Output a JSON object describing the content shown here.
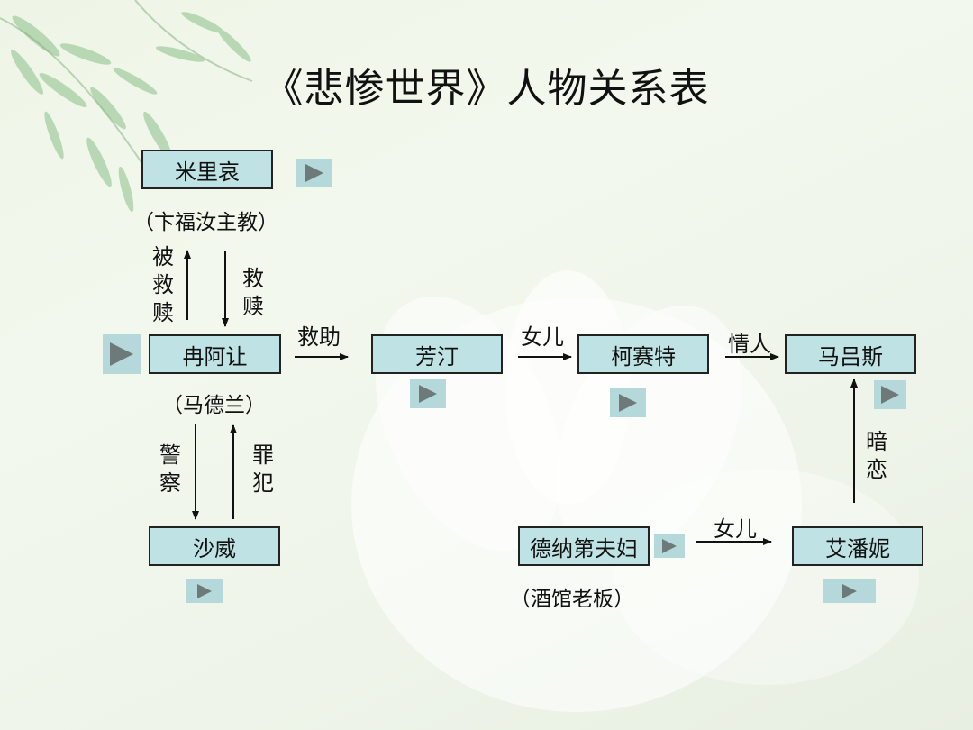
{
  "title": "《悲惨世界》人物关系表",
  "nodes": {
    "myriel": "米里哀",
    "valjean": "冉阿让",
    "fantine": "芳汀",
    "cosette": "柯赛特",
    "marius": "马吕斯",
    "javert": "沙威",
    "thenardiers": "德纳第夫妇",
    "eponine": "艾潘妮"
  },
  "subtitles": {
    "myriel": "（卞福汝主教）",
    "valjean": "（马德兰）",
    "thenardiers": "（酒馆老板）"
  },
  "relations": {
    "redeemed": "被救赎",
    "redeem": "救赎",
    "help": "救助",
    "daughter": "女儿",
    "lover": "情人",
    "police": "警察",
    "criminal": "罪犯",
    "crush": "暗恋",
    "daughter2": "女儿"
  },
  "colors": {
    "node_fill": "#bfe3e4",
    "button_fill": "#b5d9db",
    "button_icon": "#6e7a7a"
  }
}
